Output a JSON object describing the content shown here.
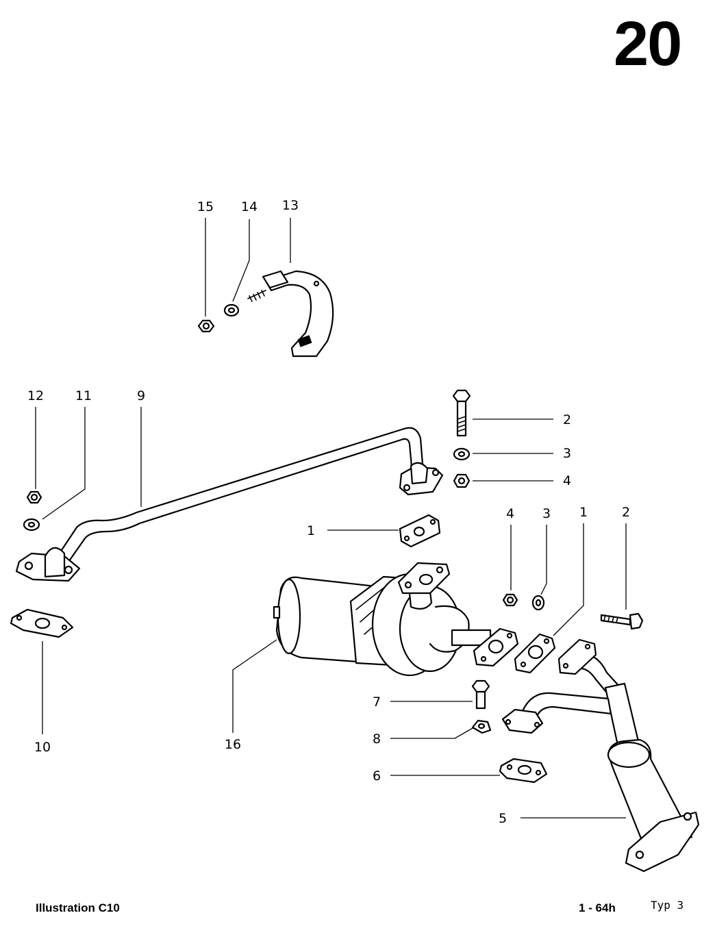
{
  "header": {
    "section_number": "20"
  },
  "footer": {
    "illustration": "Illustration C10",
    "page_ref": "1 - 64h",
    "type": "Typ 3"
  },
  "callouts": [
    {
      "id": "c15",
      "label": "15"
    },
    {
      "id": "c14",
      "label": "14"
    },
    {
      "id": "c13",
      "label": "13"
    },
    {
      "id": "c12",
      "label": "12"
    },
    {
      "id": "c11",
      "label": "11"
    },
    {
      "id": "c9",
      "label": "9"
    },
    {
      "id": "c2a",
      "label": "2"
    },
    {
      "id": "c3a",
      "label": "3"
    },
    {
      "id": "c4a",
      "label": "4"
    },
    {
      "id": "c1a",
      "label": "1"
    },
    {
      "id": "c4b",
      "label": "4"
    },
    {
      "id": "c3b",
      "label": "3"
    },
    {
      "id": "c1b",
      "label": "1"
    },
    {
      "id": "c2b",
      "label": "2"
    },
    {
      "id": "c10",
      "label": "10"
    },
    {
      "id": "c16",
      "label": "16"
    },
    {
      "id": "c7",
      "label": "7"
    },
    {
      "id": "c8",
      "label": "8"
    },
    {
      "id": "c6",
      "label": "6"
    },
    {
      "id": "c5",
      "label": "5"
    }
  ]
}
